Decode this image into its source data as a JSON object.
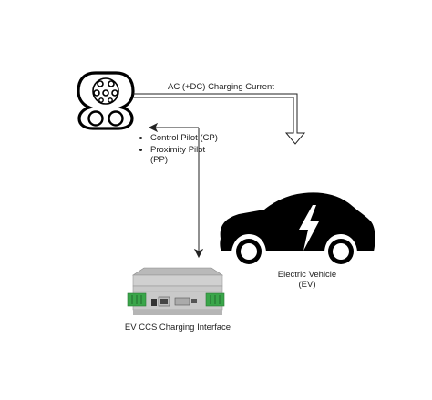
{
  "labels": {
    "charging_current": "AC (+DC) Charging Current",
    "signals": [
      "Control Pilot (CP)",
      "Proximity Pilot (PP)"
    ],
    "vehicle": [
      "Electric Vehicle",
      "(EV)"
    ],
    "interface": "EV CCS Charging Interface"
  },
  "colors": {
    "line": "#222222",
    "car": "#000000",
    "device_body": "#c8c8c8",
    "terminal_green": "#3aa64a"
  }
}
